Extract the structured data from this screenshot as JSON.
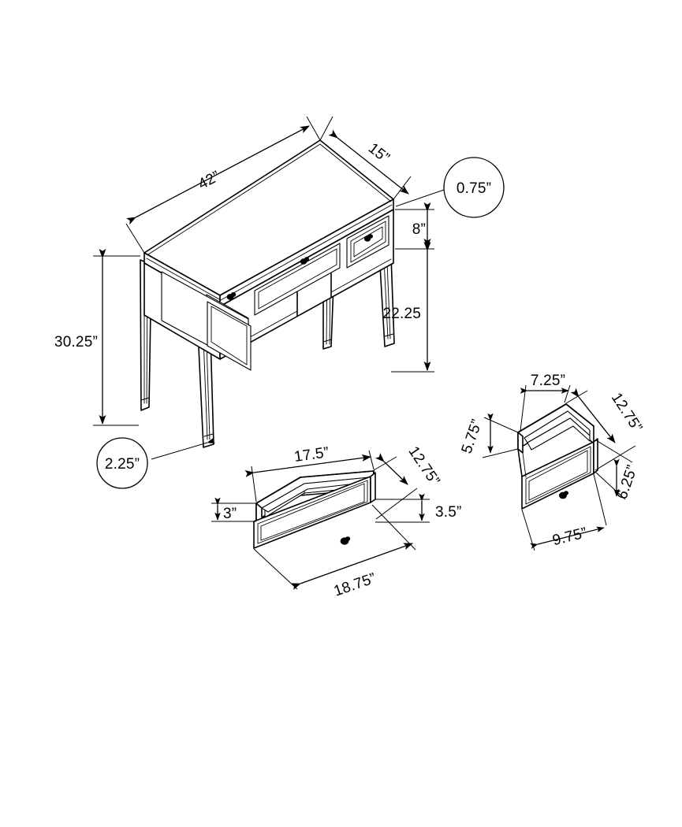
{
  "document": {
    "type": "furniture-dimension-drawing",
    "subject": "3-drawer console / hall table with two removable drawer boxes",
    "background_color": "#ffffff",
    "line_color": "#000000",
    "units": "inches"
  },
  "views": [
    {
      "id": "console-table",
      "name": "Console table isometric view",
      "features": [
        "rectangular top",
        "three drawers",
        "four tapered legs",
        "round knobs"
      ]
    },
    {
      "id": "center-drawer",
      "name": "Center drawer box",
      "features": [
        "open drawer box",
        "drawer front with knob"
      ]
    },
    {
      "id": "side-drawer",
      "name": "Side drawer box",
      "features": [
        "open drawer box",
        "drawer front with knob"
      ]
    }
  ],
  "dimensions": {
    "table": {
      "width": "42”",
      "depth": "15”",
      "top_thickness": "0.75”",
      "apron_height": "8”",
      "leg_clearance": "22.25",
      "overall_height": "30.25”",
      "foot_width": "2.25”"
    },
    "center_drawer": {
      "interior_width": "17.5”",
      "depth": "12.75”",
      "box_side_height": "3”",
      "front_height": "3.5”",
      "front_width": "18.75”"
    },
    "side_drawer": {
      "interior_width": "7.25”",
      "depth": "12.75”",
      "box_side_height": "5.75”",
      "front_height": "6.25”",
      "front_width": "9.75”"
    }
  },
  "callouts": [
    {
      "id": "top-thickness",
      "label": "0.75”",
      "style": "circled"
    },
    {
      "id": "foot-width",
      "label": "2.25”",
      "style": "circled"
    }
  ],
  "labels": {
    "w42": "42”",
    "d15": "15”",
    "t075": "0.75”",
    "h8": "8”",
    "h2225": "22.25",
    "h3025": "30.25”",
    "f225": "2.25”",
    "cd_175": "17.5”",
    "cd_1275": "12.75”",
    "cd_3": "3”",
    "cd_35": "3.5”",
    "cd_1875": "18.75”",
    "sd_725": "7.25”",
    "sd_1275": "12.75”",
    "sd_575": "5.75”",
    "sd_625": "6.25”",
    "sd_975": "9.75”"
  }
}
